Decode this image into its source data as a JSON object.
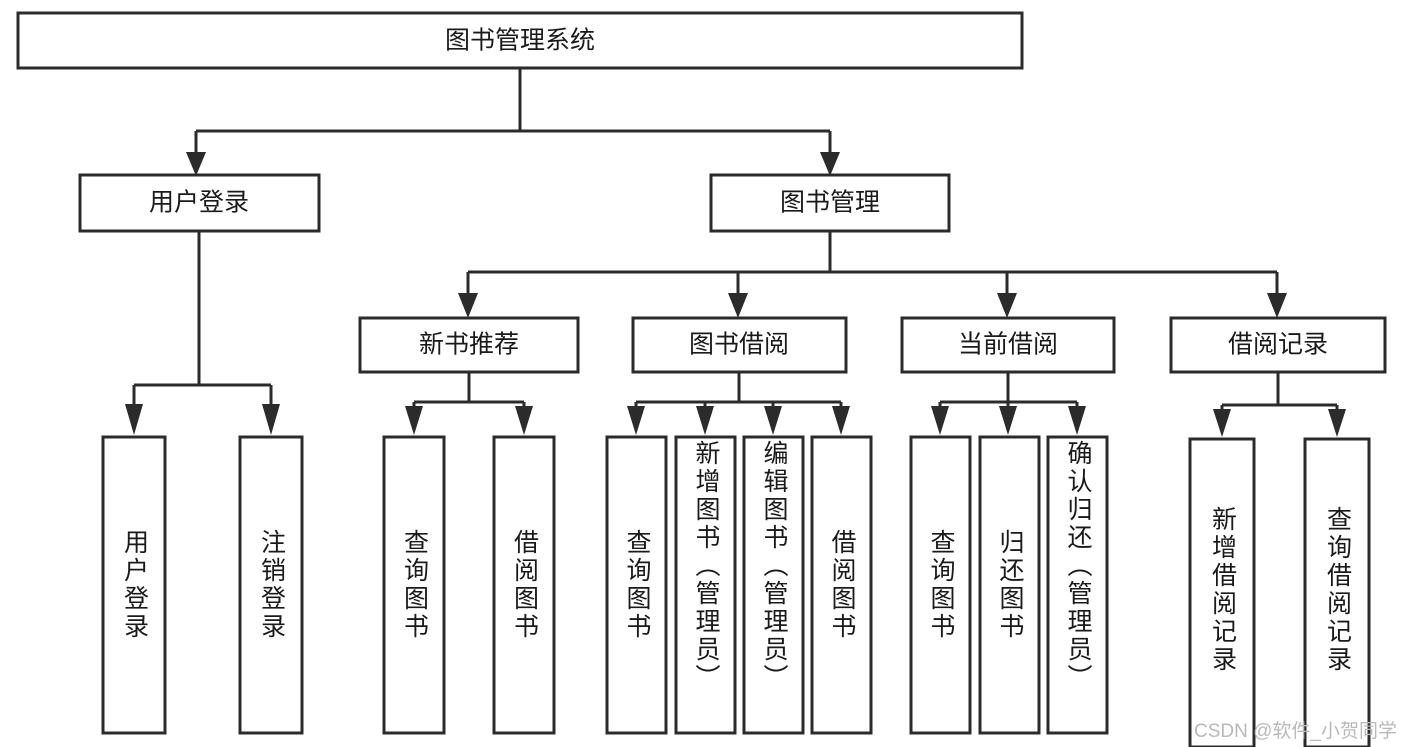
{
  "diagram": {
    "type": "tree-hierarchy",
    "title": "图书管理系统",
    "watermark": "CSDN @软件_小贺同学",
    "root": {
      "label": "图书管理系统",
      "orientation": "horizontal"
    },
    "level2": [
      {
        "label": "用户登录",
        "orientation": "horizontal"
      },
      {
        "label": "图书管理",
        "orientation": "horizontal"
      }
    ],
    "level3": [
      {
        "label": "新书推荐",
        "orientation": "horizontal"
      },
      {
        "label": "图书借阅",
        "orientation": "horizontal"
      },
      {
        "label": "当前借阅",
        "orientation": "horizontal"
      },
      {
        "label": "借阅记录",
        "orientation": "horizontal"
      }
    ],
    "leaves": {
      "user_login": [
        {
          "label": "用户登录",
          "orientation": "vertical"
        },
        {
          "label": "注销登录",
          "orientation": "vertical"
        }
      ],
      "new_book_recommend": [
        {
          "label": "查询图书",
          "orientation": "vertical"
        },
        {
          "label": "借阅图书",
          "orientation": "vertical"
        }
      ],
      "book_borrow": [
        {
          "label": "查询图书",
          "orientation": "vertical"
        },
        {
          "label": "新增图书（管理员）",
          "orientation": "vertical"
        },
        {
          "label": "编辑图书（管理员）",
          "orientation": "vertical"
        },
        {
          "label": "借阅图书",
          "orientation": "vertical"
        }
      ],
      "current_borrow": [
        {
          "label": "查询图书",
          "orientation": "vertical"
        },
        {
          "label": "归还图书",
          "orientation": "vertical"
        },
        {
          "label": "确认归还（管理员）",
          "orientation": "vertical"
        }
      ],
      "borrow_record": [
        {
          "label": "新增借阅记录",
          "orientation": "vertical"
        },
        {
          "label": "查询借阅记录",
          "orientation": "vertical"
        }
      ]
    },
    "colors": {
      "background": "#ffffff",
      "box_fill": "#ffffff",
      "box_stroke": "#2b2b2b",
      "connector": "#2b2b2b",
      "text": "#1a1a1a",
      "watermark": "#b9b9b9"
    }
  }
}
